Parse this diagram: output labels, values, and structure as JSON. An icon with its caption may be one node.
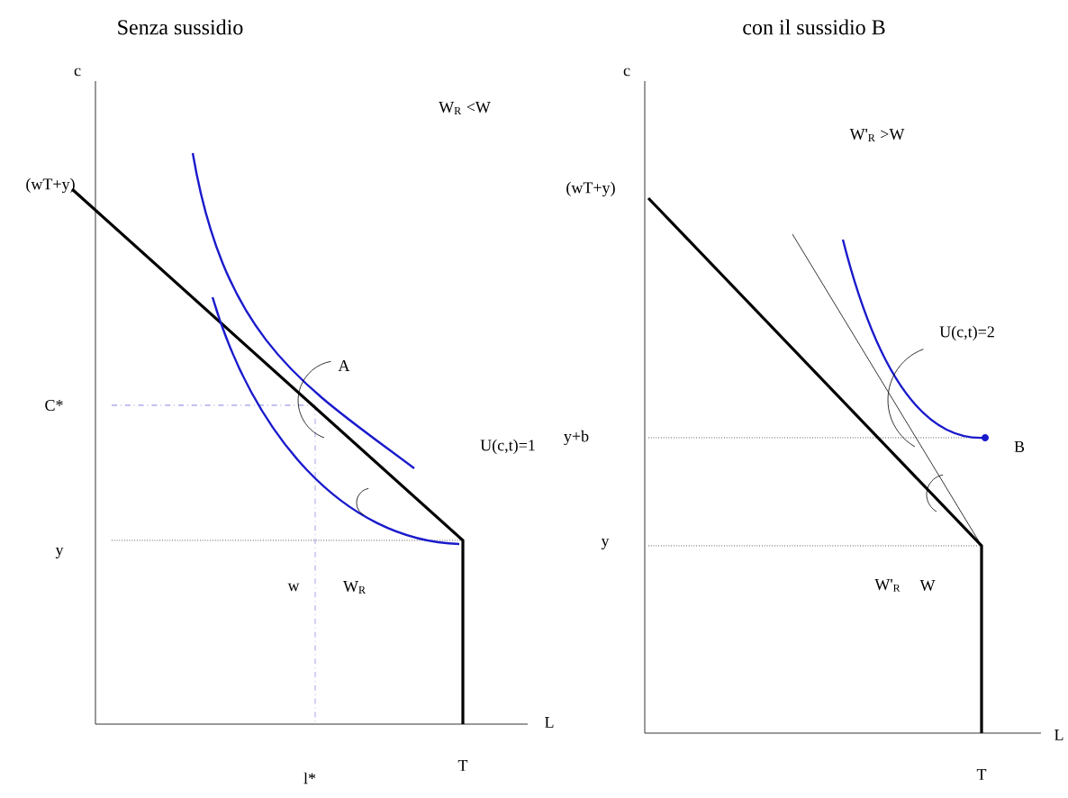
{
  "diagram": {
    "labels": [
      "Senza sussidio",
      "con il sussidio B",
      "c",
      "(wT+y)",
      "W$_{R}$ <W",
      "A",
      "C*",
      "U(c,t)=1",
      "y",
      "w",
      "W$_{R}$",
      "L",
      "l*",
      "T",
      "c",
      "(wT+y)",
      "W'$_{R}$ >W",
      "U(c,t)=2",
      "y+b",
      "B",
      "y",
      "W'$_{R}$",
      "W",
      "L",
      "T"
    ]
  }
}
